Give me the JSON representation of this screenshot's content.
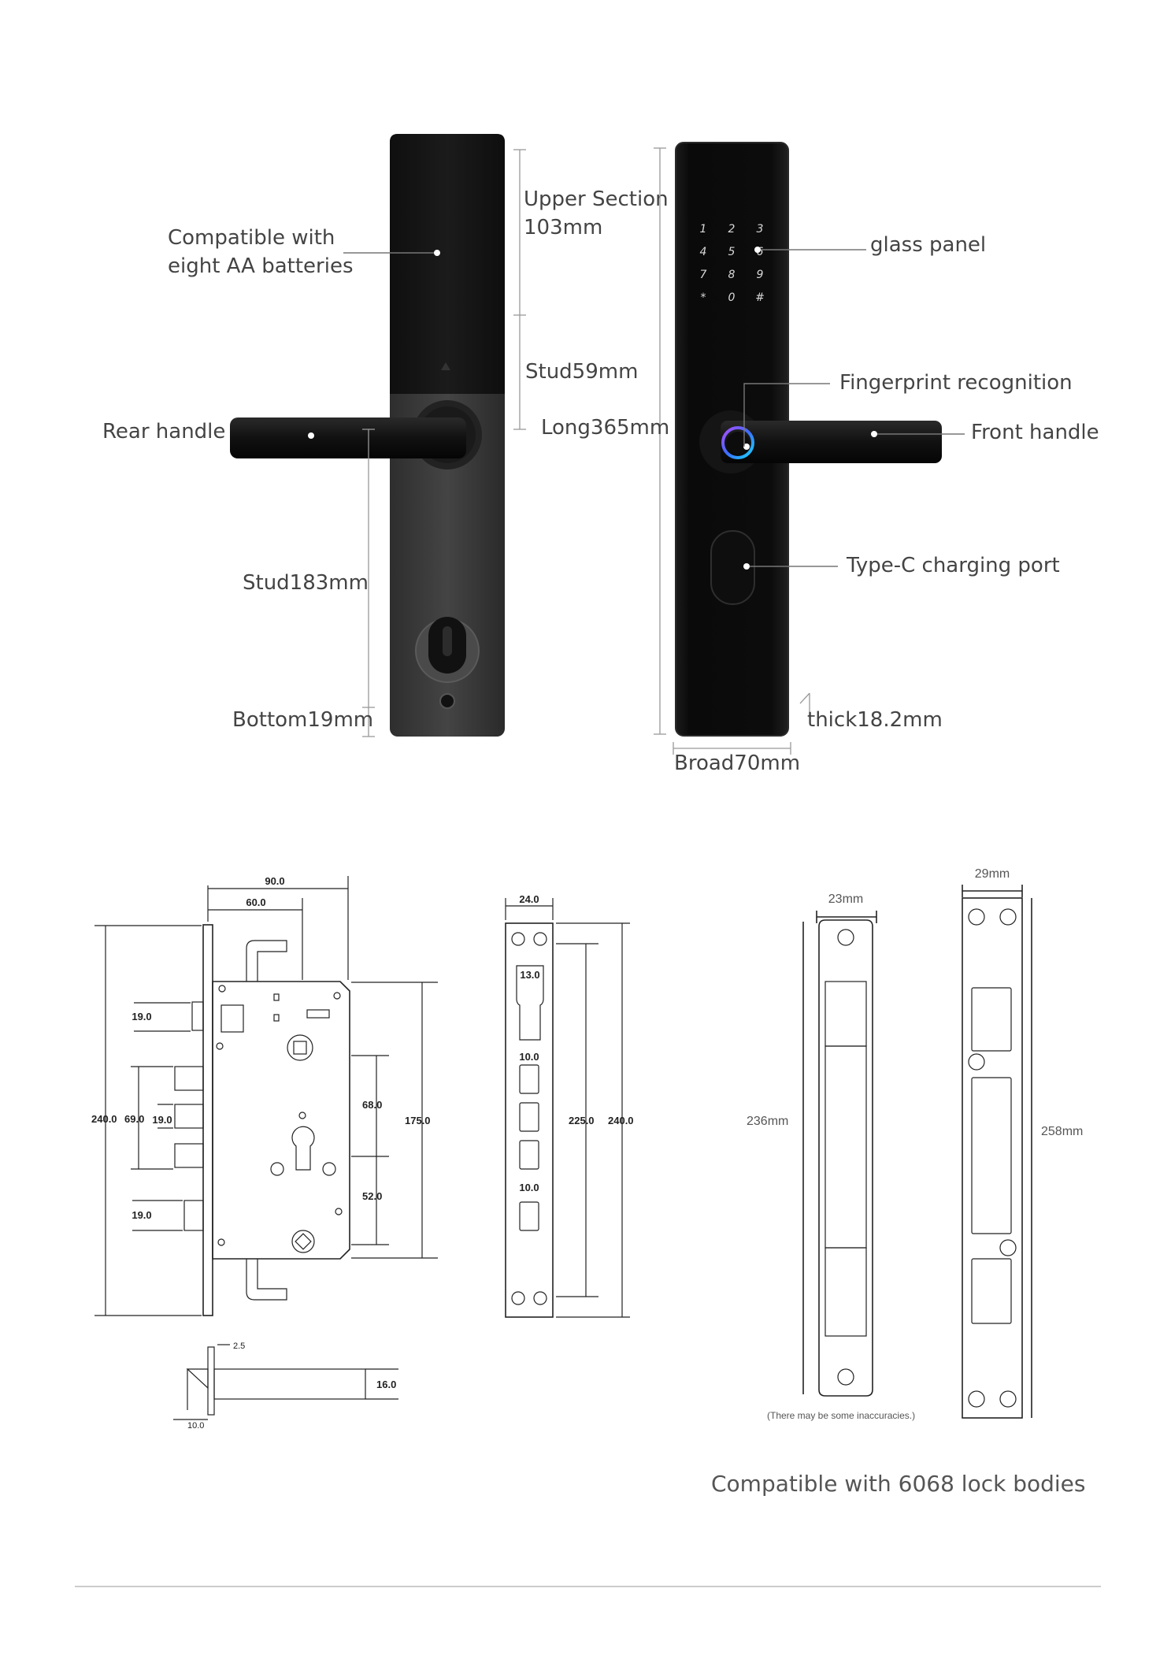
{
  "product_callouts": {
    "batteries_line1": "Compatible with",
    "batteries_line2": "eight AA batteries",
    "upper_section_line1": "Upper Section",
    "upper_section_line2": "103mm",
    "stud_upper": "Stud59mm",
    "long": "Long365mm",
    "rear_handle": "Rear handle",
    "stud_lower": "Stud183mm",
    "bottom": "Bottom19mm",
    "glass_panel": "glass panel",
    "fingerprint": "Fingerprint recognition",
    "front_handle": "Front handle",
    "type_c": "Type-C charging port",
    "thick": "thick18.2mm",
    "broad": "Broad70mm"
  },
  "keypad": {
    "keys": [
      "1",
      "2",
      "3",
      "4",
      "5",
      "6",
      "7",
      "8",
      "9",
      "*",
      "0",
      "#"
    ]
  },
  "lock_body": {
    "dims": {
      "width_total": "90.0",
      "width_backset": "60.0",
      "height_faceplate": "240.0",
      "bolt_span": "69.0",
      "latch_height": "19.0",
      "deadbolt_height": "19.0",
      "aux_height": "19.0",
      "lower_bolt_height": "19.0",
      "case_height": "175.0",
      "spindle_to_cylinder": "68.0",
      "cylinder_to_bottom": "52.0"
    },
    "bolt_side": {
      "plate_thickness": "2.5",
      "bolt_width": "16.0",
      "offset": "10.0"
    }
  },
  "faceplate": {
    "width": "24.0",
    "slot_width": "13.0",
    "slot_a": "10.0",
    "slot_b": "10.0",
    "hole_span": "225.0",
    "height": "240.0"
  },
  "strike_plates": {
    "narrow_width": "23mm",
    "narrow_height": "236mm",
    "wide_width": "29mm",
    "wide_height": "258mm",
    "note": "(There may be some inaccuracies.)"
  },
  "footer": {
    "caption": "Compatible with 6068 lock bodies"
  },
  "colors": {
    "lock_black": "#141414",
    "lock_gray": "#3d3d3d",
    "label_text": "#444444"
  }
}
